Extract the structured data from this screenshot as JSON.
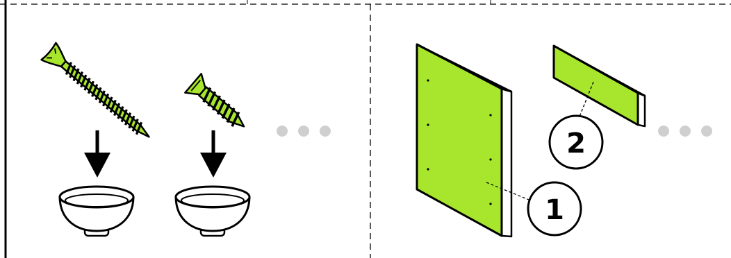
{
  "colors": {
    "accent": "#a8e62e",
    "ink": "#000000",
    "dots": "#cfcfcf",
    "background": "#ffffff"
  },
  "left_panel": {
    "items": [
      {
        "icon": "long-screw-icon"
      },
      {
        "icon": "short-screw-icon"
      }
    ],
    "more_indicator": "ellipsis-dots"
  },
  "right_panel": {
    "callouts": [
      {
        "number": "1",
        "target": "large-panel"
      },
      {
        "number": "2",
        "target": "small-strip"
      }
    ],
    "more_indicator": "ellipsis-dots"
  }
}
